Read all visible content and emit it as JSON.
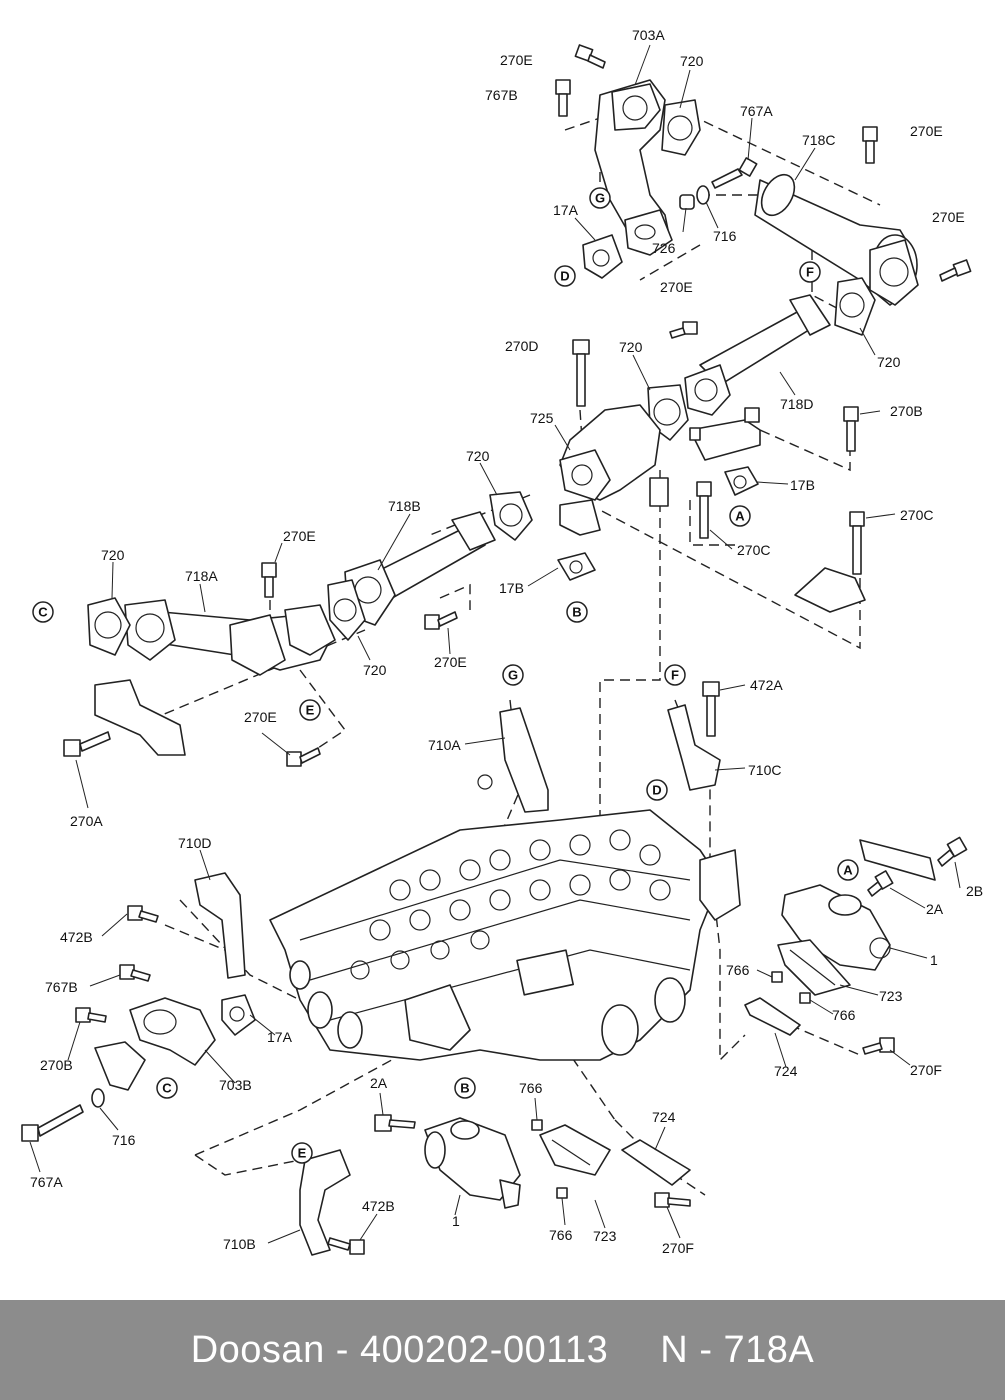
{
  "diagram": {
    "labels": {
      "l_703A_top": "703A",
      "l_270E_top": "270E",
      "l_720_top": "720",
      "l_767B_top": "767B",
      "l_767A_top": "767A",
      "l_718C": "718C",
      "l_270E_tr": "270E",
      "l_270E_r": "270E",
      "l_17A_top": "17A",
      "l_726": "726",
      "l_716_top": "716",
      "l_270E_mid": "270E",
      "l_720_midr": "720",
      "l_270D": "270D",
      "l_720_mid": "720",
      "l_725": "725",
      "l_718D": "718D",
      "l_270B_r": "270B",
      "l_17B_r": "17B",
      "l_720_left2": "720",
      "l_718B": "718B",
      "l_270C_top": "270C",
      "l_270C_mid": "270C",
      "l_270E_left": "270E",
      "l_720_left": "720",
      "l_718A": "718A",
      "l_17B_mid": "17B",
      "l_720_bot": "720",
      "l_270E_bot": "270E",
      "l_472A": "472A",
      "l_710A": "710A",
      "l_710C": "710C",
      "l_270E_low": "270E",
      "l_270A": "270A",
      "l_710D": "710D",
      "l_2B": "2B",
      "l_2A_r": "2A",
      "l_1_r": "1",
      "l_472B_top": "472B",
      "l_766_r": "766",
      "l_723_r": "723",
      "l_766_r2": "766",
      "l_767B_low": "767B",
      "l_17A_low": "17A",
      "l_270B_low": "270B",
      "l_703B": "703B",
      "l_724_r": "724",
      "l_270F_r": "270F",
      "l_2A_low": "2A",
      "l_766_low": "766",
      "l_724_low": "724",
      "l_716_low": "716",
      "l_767A_low": "767A",
      "l_1_low": "1",
      "l_472B_low": "472B",
      "l_710B": "710B",
      "l_766_low2": "766",
      "l_723_low": "723",
      "l_270F_low": "270F"
    },
    "refs": {
      "r_G_top": "G",
      "r_D_top": "D",
      "r_F_top": "F",
      "r_A_top": "A",
      "r_B_top": "B",
      "r_C_top": "C",
      "r_E_top": "E",
      "r_G_mid": "G",
      "r_F_mid": "F",
      "r_D_mid": "D",
      "r_A_low": "A",
      "r_C_low": "C",
      "r_B_low": "B",
      "r_E_low": "E"
    }
  },
  "footer": {
    "brand": "Doosan",
    "sep1": "-",
    "part_number": "400202-00113",
    "code_prefix": "N",
    "sep2": "-",
    "code": "718A"
  }
}
